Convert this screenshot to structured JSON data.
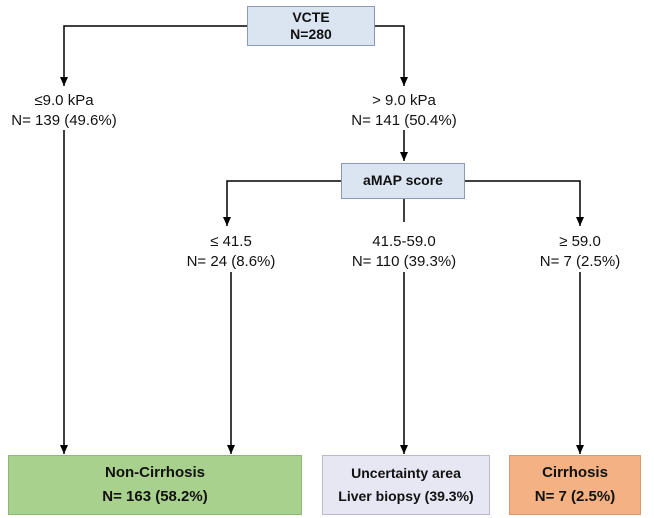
{
  "root": {
    "title": "VCTE",
    "n": "N=280"
  },
  "branch_low": {
    "criterion": "≤9.0 kPa",
    "n": "N= 139 (49.6%)"
  },
  "branch_high": {
    "criterion": "> 9.0 kPa",
    "n": "N= 141 (50.4%)"
  },
  "amap": {
    "title": "aMAP score"
  },
  "amap_low": {
    "criterion": "≤ 41.5",
    "n": "N= 24 (8.6%)"
  },
  "amap_mid": {
    "criterion": "41.5-59.0",
    "n": "N= 110 (39.3%)"
  },
  "amap_high": {
    "criterion": "≥ 59.0",
    "n": "N= 7 (2.5%)"
  },
  "outcome_noncirrhosis": {
    "title": "Non-Cirrhosis",
    "n": "N= 163 (58.2%)",
    "color": "#a9d18e"
  },
  "outcome_uncertain": {
    "title": "Uncertainty area",
    "detail": "Liver biopsy (39.3%)",
    "color": "#e7e6f3"
  },
  "outcome_cirrhosis": {
    "title": "Cirrhosis",
    "n": "N= 7 (2.5%)",
    "color": "#f4b183"
  },
  "node_color": "#dbe5f1"
}
